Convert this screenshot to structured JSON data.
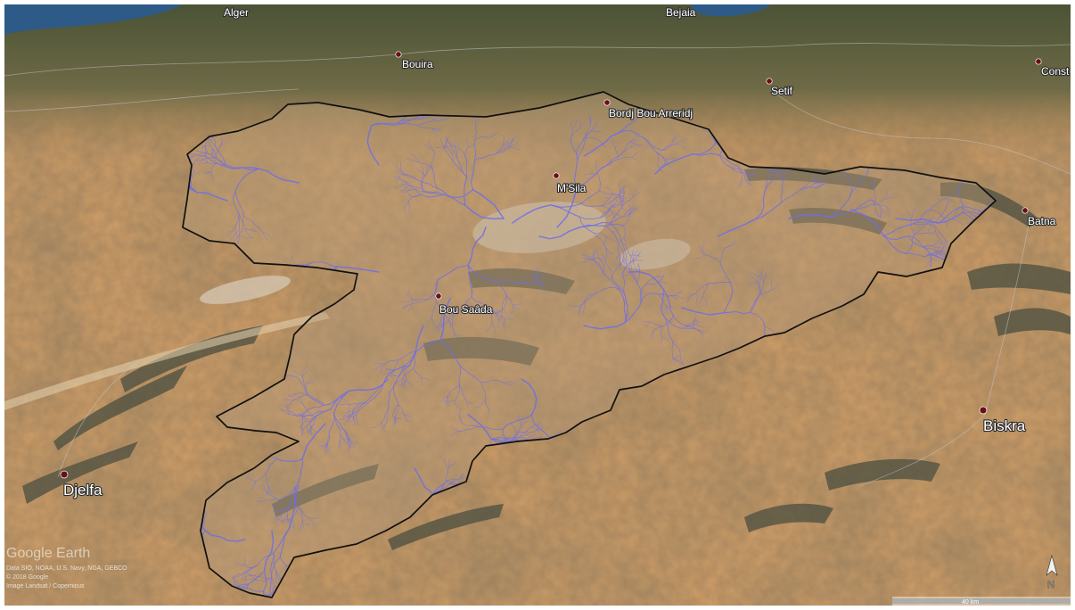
{
  "map": {
    "brand": "Google Earth",
    "credits": [
      "Data SIO, NOAA, U.S. Navy, NGA, GEBCO",
      "© 2018 Google",
      "Image Landsat / Copernicus"
    ],
    "scale_label": "40 km",
    "north_label": "N",
    "colors": {
      "terrain": "#c99a66",
      "mountain": "#4f5141",
      "sea": "#2e5a88",
      "watershed_boundary": "#111111",
      "rivers": "#6f6fe8",
      "city_marker": "#6b0f14"
    },
    "cities": [
      {
        "name": "Alger",
        "size": "small"
      },
      {
        "name": "Bejaia",
        "size": "small"
      },
      {
        "name": "Bouira",
        "size": "small"
      },
      {
        "name": "Setif",
        "size": "small"
      },
      {
        "name": "Const",
        "size": "small"
      },
      {
        "name": "Bordj Bou Arreridj",
        "size": "small"
      },
      {
        "name": "M'Sila",
        "size": "small"
      },
      {
        "name": "Batna",
        "size": "small"
      },
      {
        "name": "Bou Saâda",
        "size": "small"
      },
      {
        "name": "Biskra",
        "size": "large"
      },
      {
        "name": "Djelfa",
        "size": "large"
      }
    ]
  }
}
